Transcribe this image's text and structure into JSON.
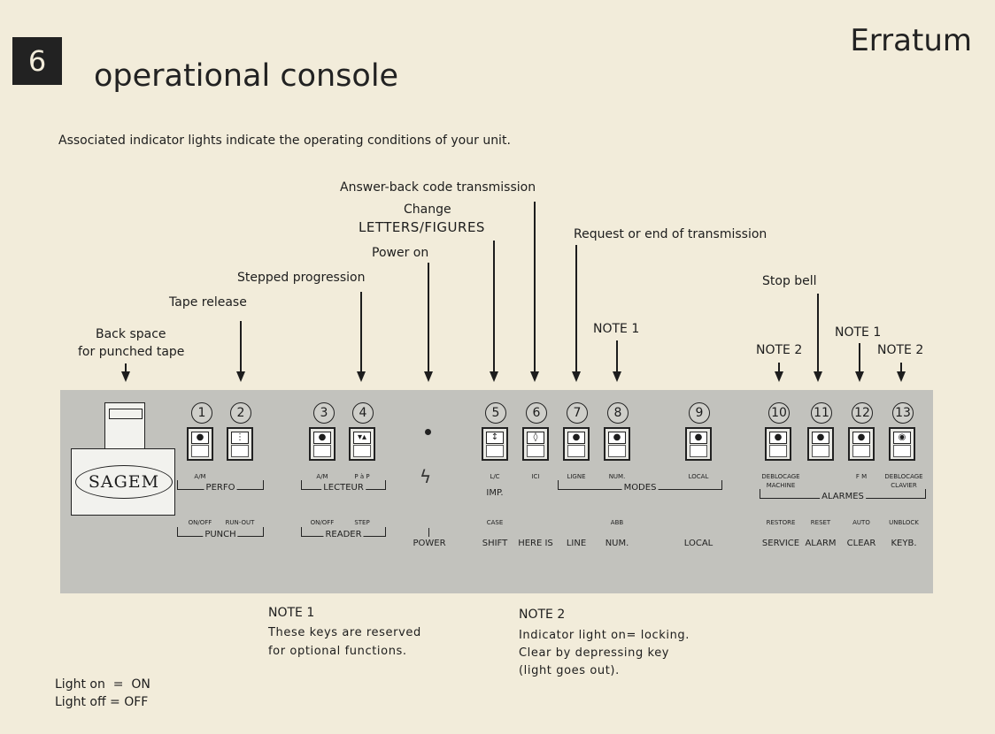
{
  "section_number": "6",
  "title": "operational console",
  "erratum": "Erratum",
  "intro": "Associated indicator lights indicate the operating conditions of your unit.",
  "callouts": {
    "answer_back": "Answer-back code transmission",
    "change": "Change",
    "letters_figures": "LETTERS/FIGURES",
    "request_end": "Request or end of transmission",
    "power_on": "Power on",
    "stepped": "Stepped progression",
    "tape_release": "Tape release",
    "back_space_1": "Back space",
    "back_space_2": "for punched tape",
    "note1_a": "NOTE 1",
    "stop_bell": "Stop bell",
    "note2_a": "NOTE 2",
    "note1_b": "NOTE 1",
    "note2_b": "NOTE 2"
  },
  "console": {
    "logo": "SAGEM",
    "keys": [
      {
        "num": "1",
        "fr": "A/M",
        "en_sm": "ON/OFF"
      },
      {
        "num": "2",
        "fr": "",
        "en_sm": "RUN-OUT"
      },
      {
        "num": "3",
        "fr": "A/M",
        "en_sm": "ON/OFF"
      },
      {
        "num": "4",
        "fr": "P à P",
        "en_sm": "STEP"
      },
      {
        "num": "5",
        "fr": "L/C",
        "fr2": "IMP.",
        "en_sm": "CASE",
        "en": "SHIFT"
      },
      {
        "num": "6",
        "fr": "ICI",
        "en": "HERE IS"
      },
      {
        "num": "7",
        "fr": "LIGNE",
        "en": "LINE"
      },
      {
        "num": "8",
        "fr": "NUM.",
        "en_sm": "ABB",
        "en": "NUM."
      },
      {
        "num": "9",
        "fr": "LOCAL",
        "en": "LOCAL"
      },
      {
        "num": "10",
        "fr": "DEBLOCAGE",
        "fr2": "MACHINE",
        "en_sm": "RESTORE",
        "en": "SERVICE"
      },
      {
        "num": "11",
        "fr": "",
        "en_sm": "RESET",
        "en": "ALARM"
      },
      {
        "num": "12",
        "fr": "F M",
        "en_sm": "AUTO",
        "en": "CLEAR"
      },
      {
        "num": "13",
        "fr": "DEBLOCAGE",
        "fr2": "CLAVIER",
        "en_sm": "UNBLOCK",
        "en": "KEYB."
      }
    ],
    "groups": {
      "perfo": "PERFO",
      "lecteur": "LECTEUR",
      "modes": "MODES",
      "alarmes": "ALARMES",
      "punch": "PUNCH",
      "reader": "READER"
    },
    "power_label": "POWER"
  },
  "notes": {
    "note1_title": "NOTE 1",
    "note1_l1": "These   keys   are   reserved",
    "note1_l2": "for optional  functions.",
    "note2_title": "NOTE 2",
    "note2_l1": "Indicator light on= locking.",
    "note2_l2": "Clear  by  depressing  key",
    "note2_l3": "(light goes out)."
  },
  "legend": {
    "on": "Light on  =  ON",
    "off": "Light off = OFF"
  }
}
